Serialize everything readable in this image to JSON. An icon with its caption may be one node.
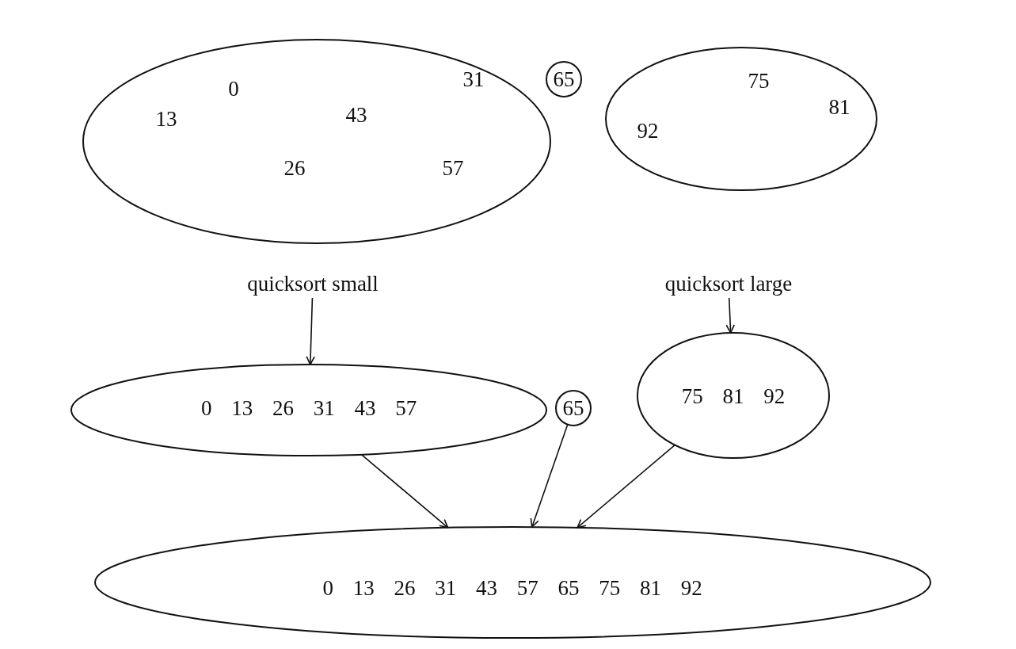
{
  "diagram": {
    "nodes": [
      {
        "text": [
          "0",
          "31",
          "13",
          "43",
          "26",
          "57"
        ]
      },
      {
        "text": [
          "65"
        ]
      },
      {
        "text": [
          "75",
          "81",
          "92"
        ]
      },
      {
        "text": [
          "quicksort small"
        ]
      },
      {
        "text": [
          "quicksort large"
        ]
      },
      {
        "text": [
          "0 13 26 31 43 57"
        ]
      },
      {
        "text": [
          "65"
        ]
      },
      {
        "text": [
          "75 81 92"
        ]
      },
      {
        "text": [
          "0 13 26 31 43 57 65 75 81 92"
        ]
      }
    ],
    "edges": [
      {
        "from": 3,
        "to": 5,
        "arrow": "to"
      },
      {
        "from": 4,
        "to": 7,
        "arrow": "to"
      },
      {
        "from": 5,
        "to": 8,
        "arrow": "to"
      },
      {
        "from": 6,
        "to": 8,
        "arrow": "to"
      },
      {
        "from": 7,
        "to": 8,
        "arrow": "to"
      }
    ]
  }
}
